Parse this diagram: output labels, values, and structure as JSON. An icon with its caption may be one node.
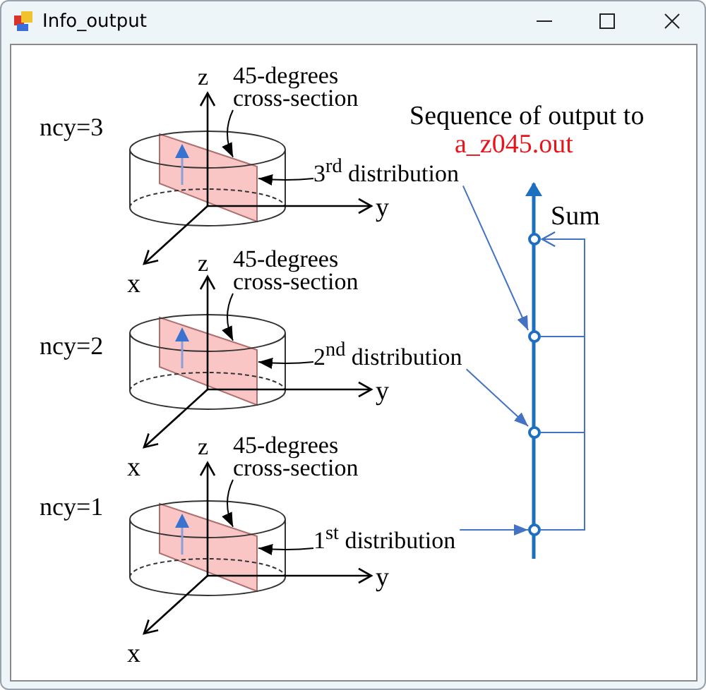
{
  "diagram": {
    "title": "Info_output",
    "nodes": [
      {
        "text": [
          "45-degrees cross-section"
        ]
      },
      {
        "text": [],
        "shape": "box"
      },
      {
        "text": [
          "3$^{rd}$ distribution"
        ]
      },
      {
        "text": [
          "45-degrees cross-section"
        ]
      },
      {
        "text": [],
        "shape": "box"
      },
      {
        "text": [
          "2$^{nd}$ distribution"
        ]
      },
      {
        "text": [
          "45-degrees cross-section"
        ]
      },
      {
        "text": [],
        "shape": "box"
      },
      {
        "text": [
          "1$^{st}$ distribution"
        ]
      },
      {
        "text": [],
        "shape": "circle",
        "beside": [
          "Sum"
        ]
      },
      {
        "text": [],
        "shape": "circle"
      },
      {
        "text": [],
        "shape": "circle"
      },
      {
        "text": [],
        "shape": "circle"
      }
    ],
    "edges": [
      {
        "from": 0,
        "to": 1,
        "arrow": "to"
      },
      {
        "from": 2,
        "to": 1,
        "arrow": "to"
      },
      {
        "from": 3,
        "to": 4,
        "arrow": "to"
      },
      {
        "from": 5,
        "to": 4,
        "arrow": "to"
      },
      {
        "from": 6,
        "to": 7,
        "arrow": "to"
      },
      {
        "from": 8,
        "to": 7,
        "arrow": "to"
      },
      {
        "from": 2,
        "to": 10,
        "arrow": "to",
        "color": "#4472c4"
      },
      {
        "from": 5,
        "to": 11,
        "arrow": "to",
        "color": "#4472c4"
      },
      {
        "from": 8,
        "to": 12,
        "arrow": "to",
        "color": "#4472c4"
      },
      {
        "from": 12,
        "to": 9,
        "arrow": "to",
        "color": "#4472c4"
      },
      {
        "from": 11,
        "to": 9,
        "arrow": "to",
        "color": "#4472c4"
      },
      {
        "from": 10,
        "to": 9,
        "arrow": "to",
        "color": "#4472c4"
      }
    ],
    "labels": [
      "z",
      "Sequence of output to",
      "ncy=3",
      "a_z045.out",
      "y",
      "x",
      "z",
      "ncy=2",
      "y",
      "x",
      "z",
      "ncy=1",
      "y",
      "x"
    ]
  }
}
